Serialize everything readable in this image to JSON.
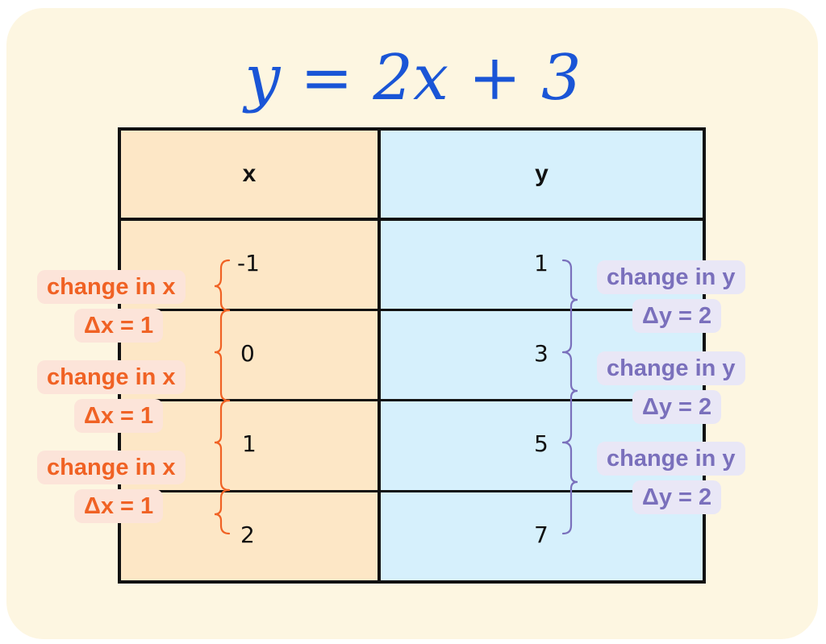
{
  "equation": "y = 2x + 3",
  "table": {
    "headers": {
      "x": "x",
      "y": "y"
    },
    "x_values": [
      "-1",
      "0",
      "1",
      "2"
    ],
    "y_values": [
      "1",
      "3",
      "5",
      "7"
    ]
  },
  "annotations": {
    "x_change_label": "change in x",
    "x_delta_label": "Δx = 1",
    "y_change_label": "change in y",
    "y_delta_label": "Δy = 2"
  },
  "colors": {
    "title": "#1a55d6",
    "x_column": "#fde7c6",
    "y_column": "#d6f0fc",
    "x_annotation": "#f06224",
    "y_annotation": "#7a70bc"
  }
}
